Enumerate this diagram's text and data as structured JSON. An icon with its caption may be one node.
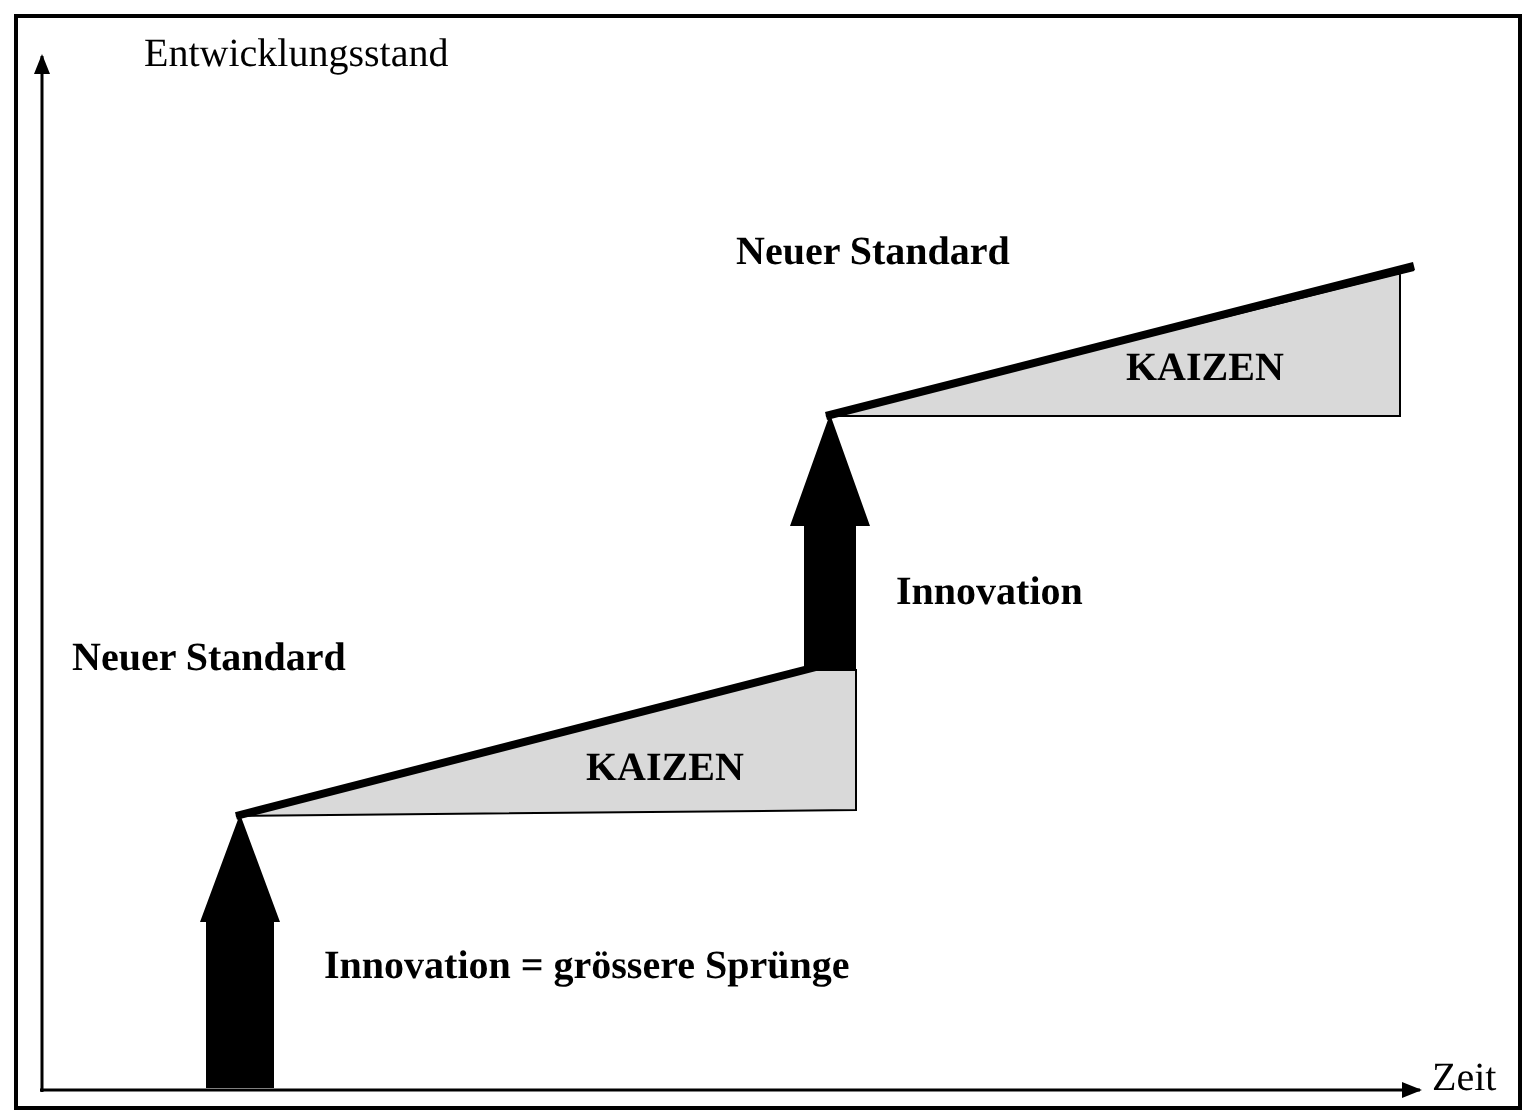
{
  "diagram": {
    "nodes": [
      {
        "text": [
          "KAIZEN"
        ]
      },
      {
        "text": [
          "KAIZEN"
        ]
      }
    ],
    "edges": [
      {
        "from": null,
        "to": 1,
        "arrow": "to"
      },
      {
        "from": 1,
        "to": 0,
        "arrow": "to"
      }
    ],
    "labels": [
      "Entwicklungsstand",
      "Neuer Standard",
      "Innovation",
      "Neuer Standard",
      "Innovation = grössere Sprünge",
      "Zeit"
    ]
  }
}
